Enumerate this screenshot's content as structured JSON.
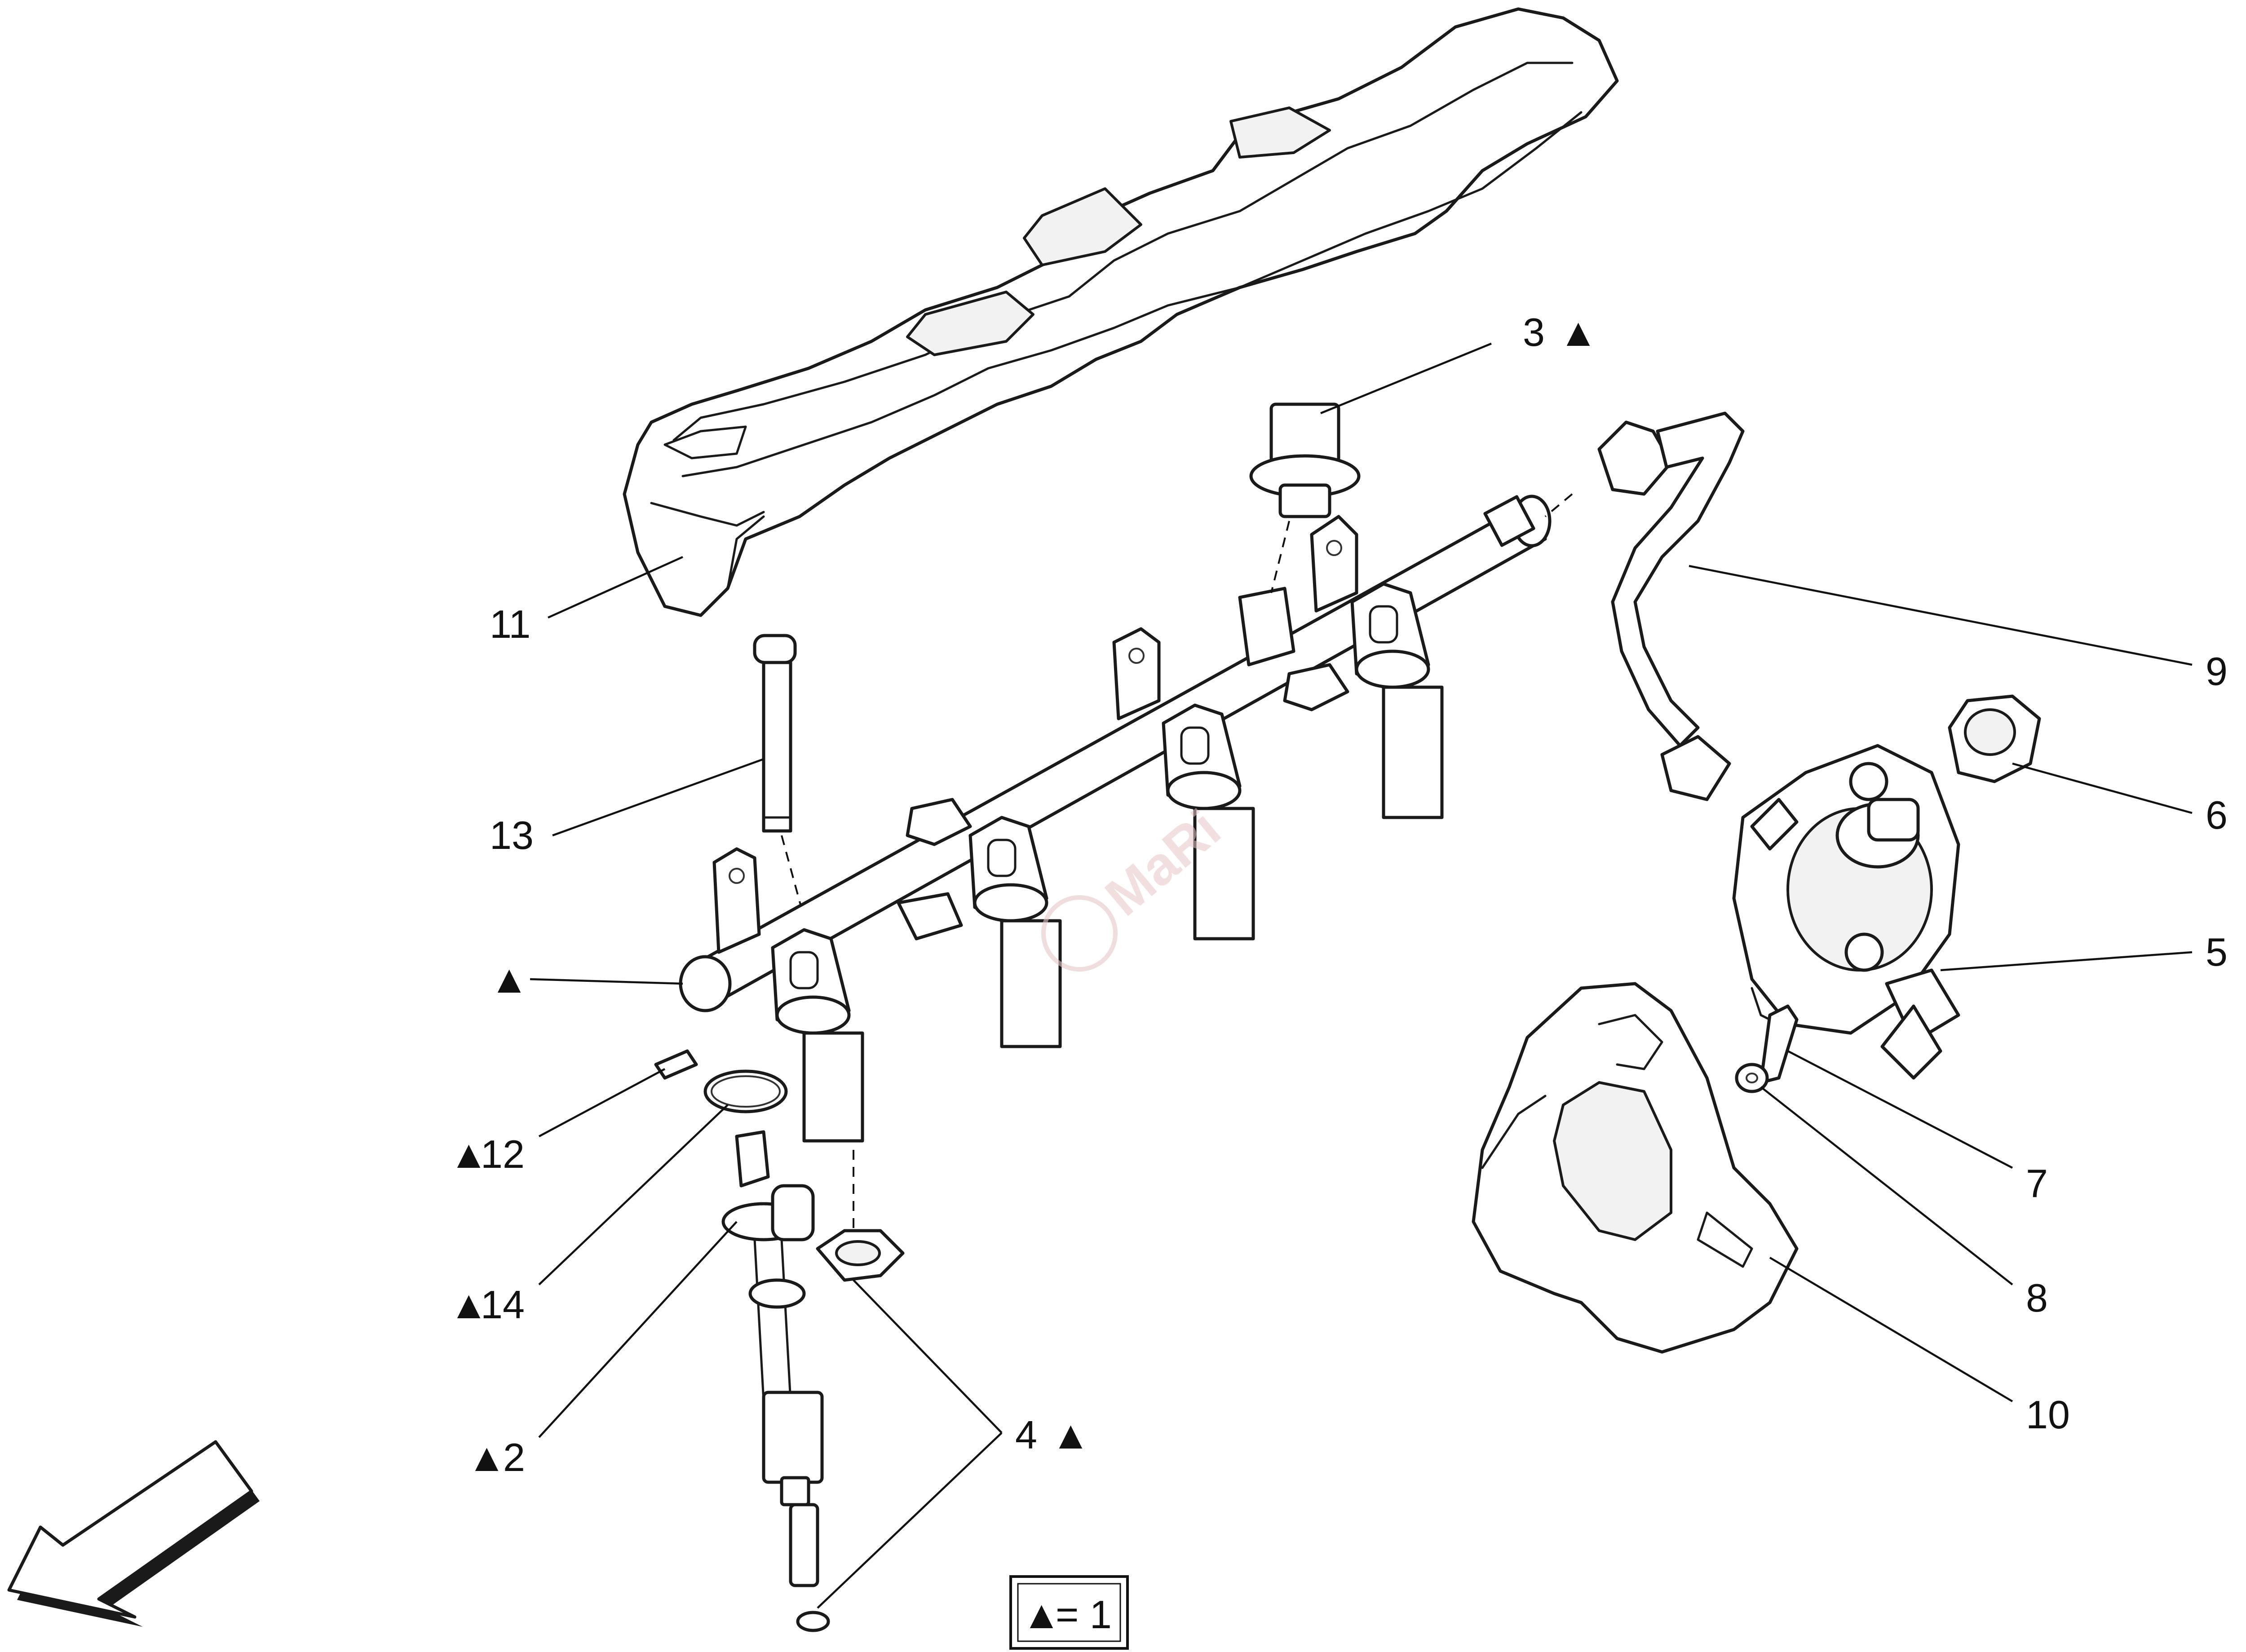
{
  "diagram": {
    "callouts": [
      {
        "id": "11",
        "text": "11",
        "marker": false
      },
      {
        "id": "13",
        "text": "13",
        "marker": false
      },
      {
        "id": "3",
        "text": "3",
        "marker": true
      },
      {
        "id": "9",
        "text": "9",
        "marker": false
      },
      {
        "id": "6",
        "text": "6",
        "marker": false
      },
      {
        "id": "5",
        "text": "5",
        "marker": false
      },
      {
        "id": "tri",
        "text": "",
        "marker": true
      },
      {
        "id": "12",
        "text": "12",
        "marker": true
      },
      {
        "id": "14",
        "text": "14",
        "marker": true
      },
      {
        "id": "2",
        "text": "2",
        "marker": true
      },
      {
        "id": "4",
        "text": "4",
        "marker": true
      },
      {
        "id": "7",
        "text": "7",
        "marker": false
      },
      {
        "id": "8",
        "text": "8",
        "marker": false
      },
      {
        "id": "10",
        "text": "10",
        "marker": false
      }
    ],
    "marker_symbol": "▲",
    "legend": {
      "symbol": "▲",
      "text": "= 1"
    },
    "watermark": "MaRi"
  }
}
